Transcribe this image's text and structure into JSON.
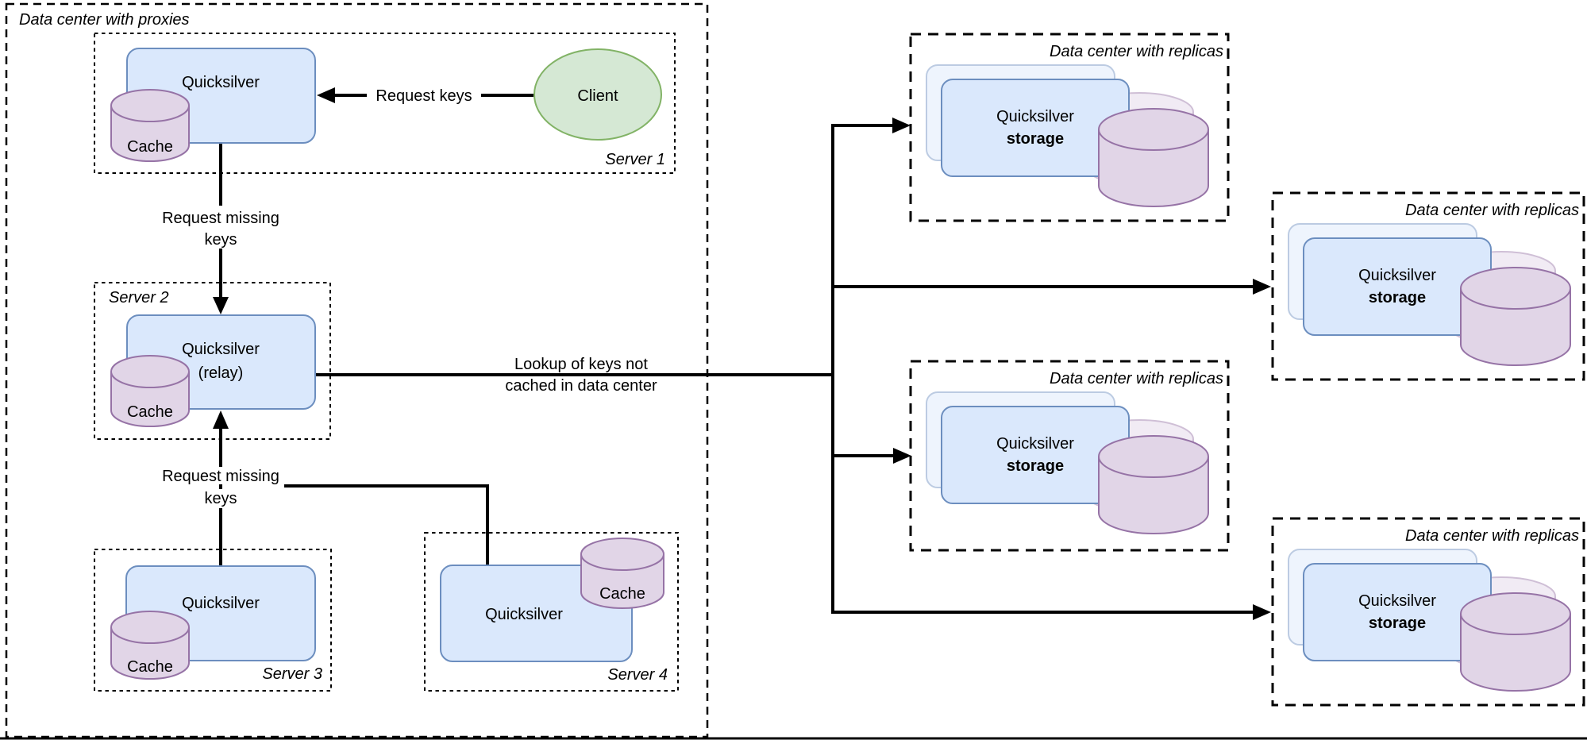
{
  "proxies": {
    "label": "Data center with proxies"
  },
  "server1": {
    "label": "Server 1",
    "node": "Quicksilver",
    "cache": "Cache",
    "client": "Client"
  },
  "server2": {
    "label": "Server 2",
    "node_line1": "Quicksilver",
    "node_line2": "(relay)",
    "cache": "Cache"
  },
  "server3": {
    "label": "Server 3",
    "node": "Quicksilver",
    "cache": "Cache"
  },
  "server4": {
    "label": "Server 4",
    "node": "Quicksilver",
    "cache": "Cache"
  },
  "edges": {
    "request_keys": "Request keys",
    "request_missing_line1": "Request missing",
    "request_missing_line2": "keys",
    "lookup_line1": "Lookup of keys not",
    "lookup_line2": "cached in data center"
  },
  "replicas": {
    "label": "Data center with replicas",
    "node_line1": "Quicksilver",
    "node_line2": "storage"
  },
  "colors": {
    "node_blue_fill": "#dae8fc",
    "node_blue_stroke": "#6c8ebf",
    "client_green_fill": "#d5e8d4",
    "client_green_stroke": "#82b366",
    "cache_purple_fill": "#e1d5e7",
    "cache_purple_stroke": "#9673a6",
    "line": "#000000",
    "background": "#ffffff"
  }
}
